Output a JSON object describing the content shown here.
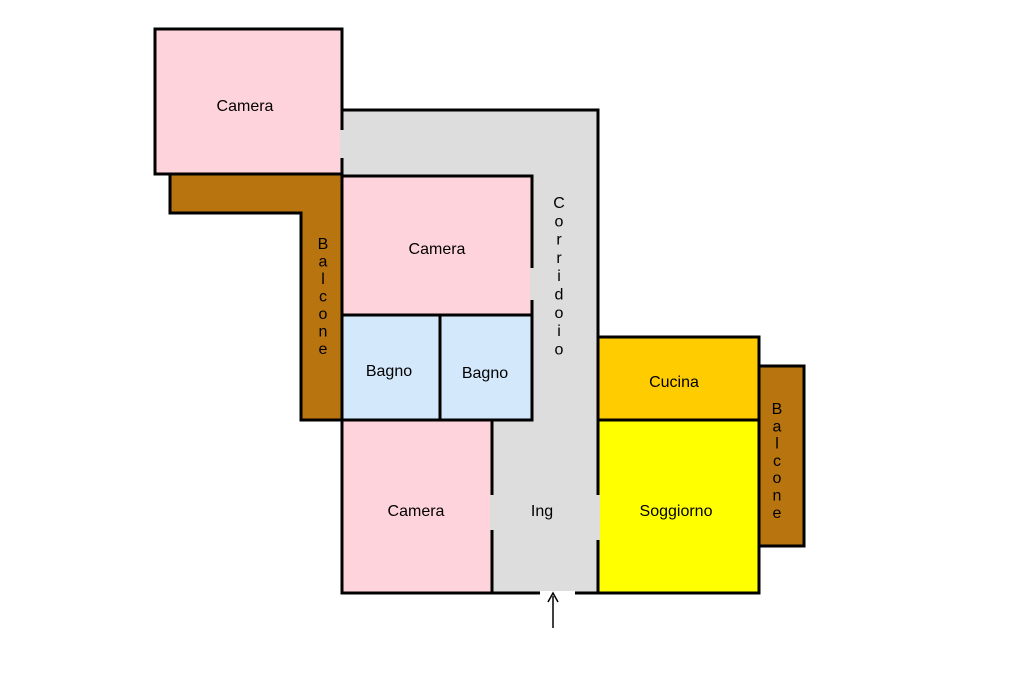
{
  "colors": {
    "camera": "#ffd3dc",
    "bagno": "#d3e8fb",
    "corridoio": "#dddddd",
    "cucina": "#ffcc00",
    "soggiorno": "#ffff00",
    "balcone": "#b8750f",
    "wall": "#000000"
  },
  "rooms": {
    "camera_top": "Camera",
    "camera_mid": "Camera",
    "camera_bottom": "Camera",
    "bagno_left": "Bagno",
    "bagno_right": "Bagno",
    "corridoio": "Corridoio",
    "ingresso": "Ing",
    "cucina": "Cucina",
    "soggiorno": "Soggiorno",
    "balcone_left": "Balcone",
    "balcone_right": "Balcone"
  }
}
